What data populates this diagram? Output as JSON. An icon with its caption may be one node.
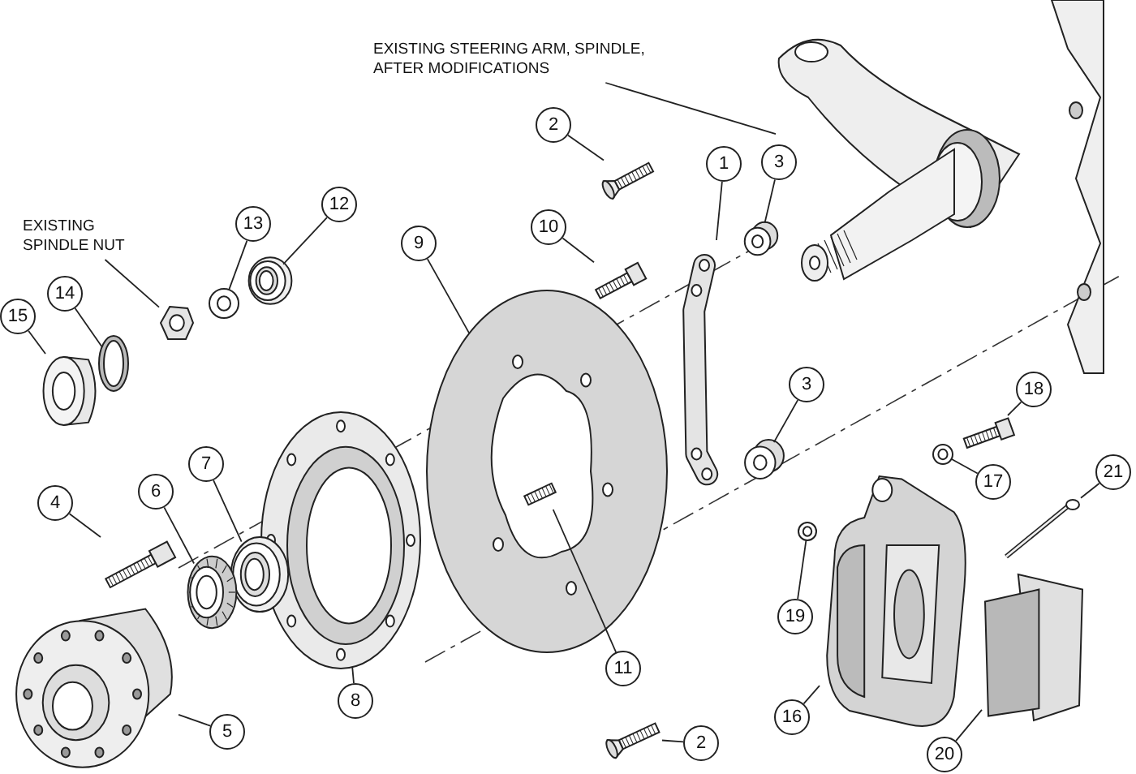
{
  "diagram": {
    "nodes": [
      {
        "text": [
          "EXISTING STEERING ARM, SPINDLE, AFTER MODIFICATIONS"
        ]
      },
      {
        "text": [],
        "shape": "picture"
      },
      {
        "text": [
          "EXISTING SPINDLE NUT"
        ]
      },
      {
        "text": [],
        "shape": "picture"
      },
      {
        "text": [
          "1"
        ]
      },
      {
        "text": [],
        "shape": "picture"
      },
      {
        "text": [
          "2"
        ]
      },
      {
        "text": [],
        "shape": "picture"
      },
      {
        "text": [
          "3"
        ]
      },
      {
        "text": [],
        "shape": "picture"
      },
      {
        "text": [
          "3"
        ]
      },
      {
        "text": [],
        "shape": "picture"
      },
      {
        "text": [
          "18"
        ]
      },
      {
        "text": [],
        "shape": "picture"
      },
      {
        "text": [
          "17"
        ]
      },
      {
        "text": [],
        "shape": "picture"
      },
      {
        "text": [
          "21"
        ]
      },
      {
        "text": [],
        "shape": "picture"
      },
      {
        "text": [
          "19"
        ]
      },
      {
        "text": [],
        "shape": "picture"
      },
      {
        "text": [
          "16"
        ]
      },
      {
        "text": [],
        "shape": "picture"
      },
      {
        "text": [
          "20"
        ]
      },
      {
        "text": [],
        "shape": "picture"
      },
      {
        "text": [
          "2"
        ]
      },
      {
        "text": [],
        "shape": "picture"
      },
      {
        "text": [
          "11"
        ]
      },
      {
        "text": [],
        "shape": "picture",
        "in": 31
      },
      {
        "text": [
          "8"
        ]
      },
      {
        "text": [],
        "shape": "picture"
      },
      {
        "text": [
          "9"
        ]
      },
      {
        "text": [],
        "shape": "picture"
      },
      {
        "text": [
          "10"
        ]
      },
      {
        "text": [],
        "shape": "picture"
      },
      {
        "text": [
          "7"
        ]
      },
      {
        "text": [],
        "shape": "picture"
      },
      {
        "text": [
          "6"
        ]
      },
      {
        "text": [],
        "shape": "picture"
      },
      {
        "text": [
          "4"
        ]
      },
      {
        "text": [],
        "shape": "picture"
      },
      {
        "text": [
          "5"
        ]
      },
      {
        "text": [],
        "shape": "picture"
      },
      {
        "text": [
          "15"
        ]
      },
      {
        "text": [],
        "shape": "picture"
      },
      {
        "text": [
          "14"
        ]
      },
      {
        "text": [],
        "shape": "picture"
      },
      {
        "text": [
          "13"
        ]
      },
      {
        "text": [],
        "shape": "picture"
      },
      {
        "text": [
          "12"
        ]
      },
      {
        "text": [],
        "shape": "picture"
      }
    ],
    "edges": [
      {
        "from": 0,
        "to": 1,
        "arrow": "none"
      },
      {
        "from": 2,
        "to": 3,
        "arrow": "none"
      },
      {
        "from": 4,
        "to": 5,
        "arrow": "none"
      },
      {
        "from": 6,
        "to": 7,
        "arrow": "none"
      },
      {
        "from": 8,
        "to": 9,
        "arrow": "none"
      },
      {
        "from": 10,
        "to": 11,
        "arrow": "none"
      },
      {
        "from": 12,
        "to": 13,
        "arrow": "none"
      },
      {
        "from": 14,
        "to": 15,
        "arrow": "none"
      },
      {
        "from": 16,
        "to": 17,
        "arrow": "none"
      },
      {
        "from": 18,
        "to": 19,
        "arrow": "none"
      },
      {
        "from": 20,
        "to": 21,
        "arrow": "none"
      },
      {
        "from": 22,
        "to": 23,
        "arrow": "none"
      },
      {
        "from": 24,
        "to": 25,
        "arrow": "none"
      },
      {
        "from": 26,
        "to": 27,
        "arrow": "none"
      },
      {
        "from": 28,
        "to": 29,
        "arrow": "none"
      },
      {
        "from": 30,
        "to": 31,
        "arrow": "none"
      },
      {
        "from": 32,
        "to": 33,
        "arrow": "none"
      },
      {
        "from": 34,
        "to": 35,
        "arrow": "none"
      },
      {
        "from": 36,
        "to": 37,
        "arrow": "none"
      },
      {
        "from": 38,
        "to": 39,
        "arrow": "none"
      },
      {
        "from": 40,
        "to": 41,
        "arrow": "none"
      },
      {
        "from": 42,
        "to": 43,
        "arrow": "none"
      },
      {
        "from": 44,
        "to": 45,
        "arrow": "none"
      },
      {
        "from": 46,
        "to": 47,
        "arrow": "none"
      },
      {
        "from": 48,
        "to": 49,
        "arrow": "none"
      }
    ]
  }
}
